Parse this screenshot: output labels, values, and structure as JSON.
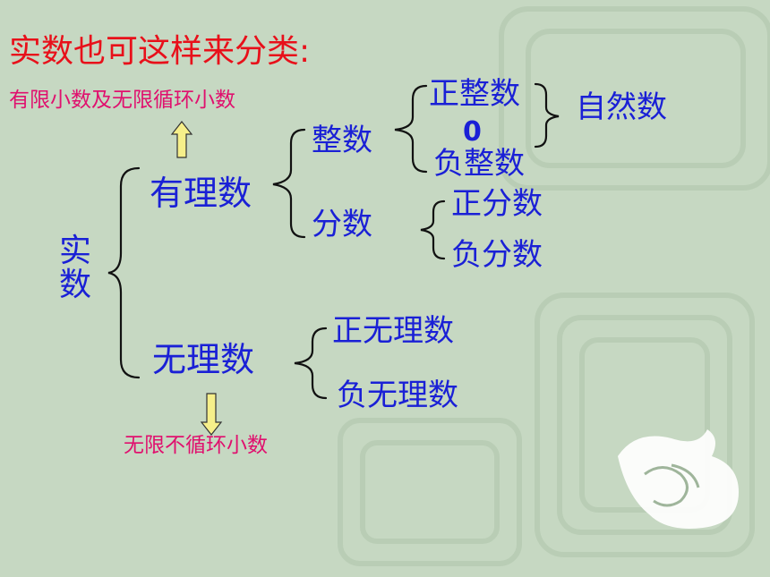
{
  "title": "实数也可这样来分类:",
  "notes": {
    "rational_note": "有限小数及无限循环小数",
    "irrational_note": "无限不循环小数"
  },
  "tree": {
    "root": "实数",
    "rational": "有理数",
    "irrational": "无理数",
    "integer": "整数",
    "fraction": "分数",
    "positive_integer": "正整数",
    "zero": "0",
    "negative_integer": "负整数",
    "natural_number": "自然数",
    "positive_fraction": "正分数",
    "negative_fraction": "负分数",
    "positive_irrational": "正无理数",
    "negative_irrational": "负无理数"
  },
  "colors": {
    "title": "#e8101a",
    "notes": "#e0106e",
    "labels": "#1a20d6",
    "arrow_fill": "#f6ef8a"
  }
}
